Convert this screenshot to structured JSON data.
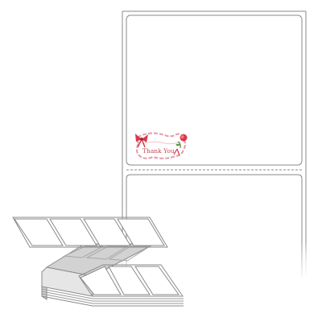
{
  "label_sample": {
    "text": "Thank You",
    "accent_color": "#d8384a",
    "ribbon_color": "#e59aa6",
    "icons": [
      "bow-icon",
      "rose-icon"
    ]
  },
  "label_sheet": {
    "labels_visible": 2,
    "divider": "perforation"
  },
  "fanfold_stack": {
    "top_row_labels": 4,
    "bottom_row_labels": 4,
    "folded_panel_labels": 3
  },
  "colors": {
    "outline": "#8a8a8a",
    "fold_shade": "#d2d2d2",
    "paper": "#ffffff"
  }
}
